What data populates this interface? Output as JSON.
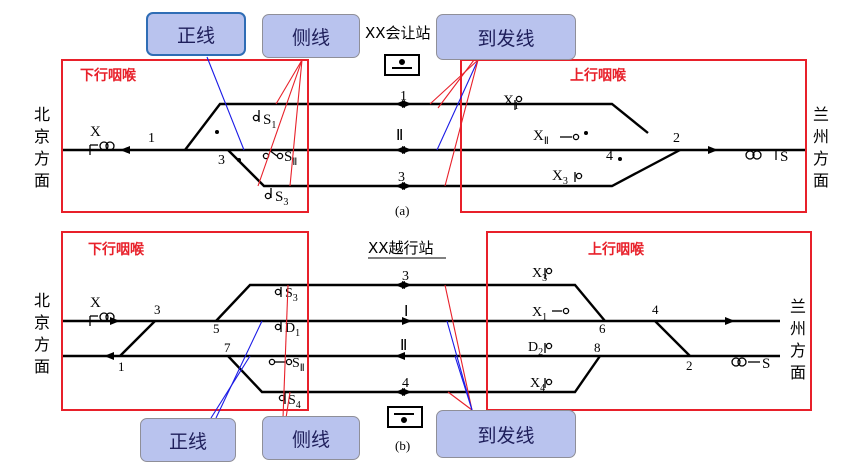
{
  "callouts": {
    "zhengxian": "正线",
    "cexian": "侧线",
    "daofaxian": "到发线"
  },
  "throat": {
    "down": "下行咽喉",
    "up": "上行咽喉"
  },
  "diagram_a": {
    "station": "XX会让站",
    "caption": "(a)",
    "left_end": [
      "北",
      "京",
      "方",
      "面"
    ],
    "right_end": [
      "兰",
      "州",
      "方",
      "面"
    ],
    "labels": {
      "X": "X",
      "S": "S",
      "S1": "S",
      "S1_sub": "1",
      "S2": "S",
      "S2_sub": "Ⅱ",
      "S3": "S",
      "S3_sub": "3",
      "X1": "X",
      "X1_sub": "1",
      "X2": "X",
      "X2_sub": "Ⅱ",
      "X3": "X",
      "X3_sub": "3",
      "track1": "1",
      "track2": "Ⅱ",
      "track3": "3",
      "sw1": "1",
      "sw2": "2",
      "sw3": "3",
      "sw4": "4"
    }
  },
  "diagram_b": {
    "station": "XX越行站",
    "caption": "(b)",
    "left_end": [
      "北",
      "京",
      "方",
      "面"
    ],
    "right_end": [
      "兰",
      "州",
      "方",
      "面"
    ],
    "labels": {
      "X": "X",
      "S": "S",
      "S3": "S",
      "S3_sub": "3",
      "D1": "D",
      "D1_sub": "1",
      "SII": "S",
      "SII_sub": "Ⅱ",
      "S4": "S",
      "S4_sub": "4",
      "X3": "X",
      "X3_sub": "3",
      "X1": "X",
      "X1_sub": "1",
      "D2": "D",
      "D2_sub": "2",
      "X4": "X",
      "X4_sub": "4",
      "track3": "3",
      "trackI": "Ⅰ",
      "trackII": "Ⅱ",
      "track4": "4",
      "sw1": "1",
      "sw2": "2",
      "sw3": "3",
      "sw4": "4",
      "sw5": "5",
      "sw6": "6",
      "sw7": "7",
      "sw8": "8"
    }
  },
  "colors": {
    "throat_box": "#e8202a",
    "callout_fill": "#b9c3ee",
    "callout_border": "#8f8f98",
    "callout_border_active": "#2f6db5",
    "pointer_blue": "#1a1ae6",
    "pointer_red": "#e8202a"
  }
}
